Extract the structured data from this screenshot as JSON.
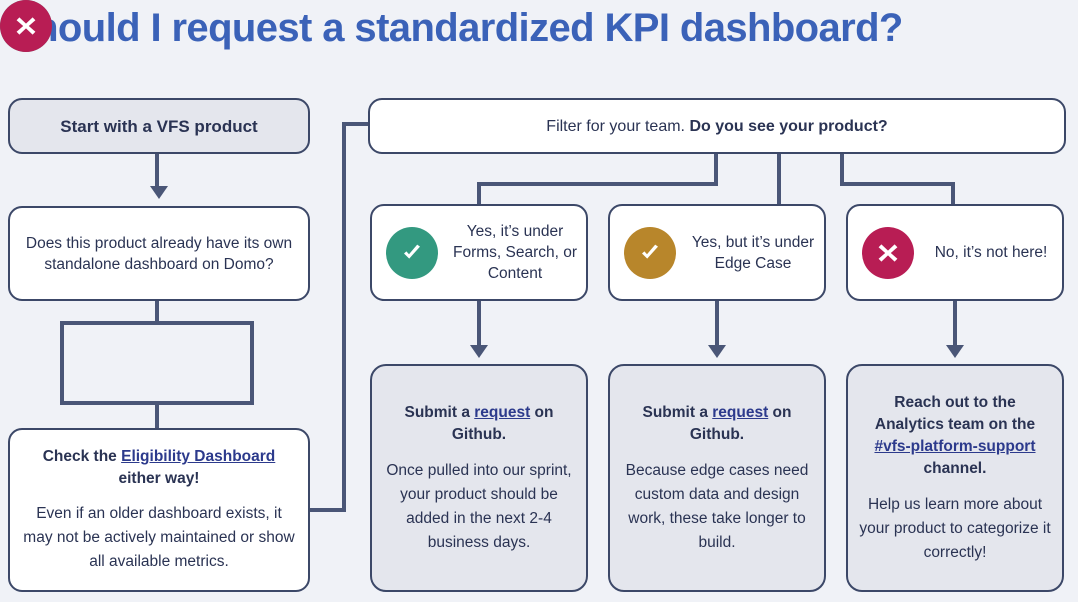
{
  "title": "Should I request a standardized KPI dashboard?",
  "colors": {
    "background": "#f0f2f7",
    "title_blue": "#3b62b8",
    "text_navy": "#2a3353",
    "connector": "#4a5677",
    "box_border": "#3c4868",
    "box_grey_fill": "#e4e6ed",
    "box_white_fill": "#ffffff",
    "link_blue": "#2c3a8c",
    "green": "#339980",
    "amber": "#b8862b",
    "crimson": "#b81d54"
  },
  "left_flow": {
    "start": "Start with a VFS product",
    "question": "Does this product already have its own standalone dashboard on Domo?",
    "yes_badge": "check-circle-green-icon",
    "no_badge": "x-circle-crimson-icon",
    "check_box": {
      "head_pre": "Check the ",
      "head_link": "Eligibility Dashboard",
      "head_post": " either way!",
      "body": "Even if an older dashboard exists, it may not be actively maintained or show all available metrics."
    }
  },
  "right_flow": {
    "filter": {
      "normal": "Filter for your team. ",
      "bold": "Do you see your product?"
    },
    "options": [
      {
        "badge": "check-circle-green-icon",
        "badge_color": "#339980",
        "label": "Yes, it’s under Forms, Search, or Content"
      },
      {
        "badge": "check-circle-amber-icon",
        "badge_color": "#b8862b",
        "label": "Yes, but it’s under Edge Case"
      },
      {
        "badge": "x-circle-crimson-icon",
        "badge_color": "#b81d54",
        "label": "No, it’s not here!"
      }
    ],
    "results": [
      {
        "head_pre": "Submit a ",
        "head_link": "request",
        "head_post": " on Github.",
        "body": "Once pulled into our sprint, your product should be added in the next 2-4 business days."
      },
      {
        "head_pre": "Submit a ",
        "head_link": "request",
        "head_post": " on Github.",
        "body": "Because edge cases need custom data and design work, these take longer to build."
      },
      {
        "head_pre": "Reach out to the Analytics team on the ",
        "head_link": "#vfs-platform-support",
        "head_post": " channel.",
        "body": "Help us  learn more about your product to categorize it correctly!"
      }
    ]
  }
}
